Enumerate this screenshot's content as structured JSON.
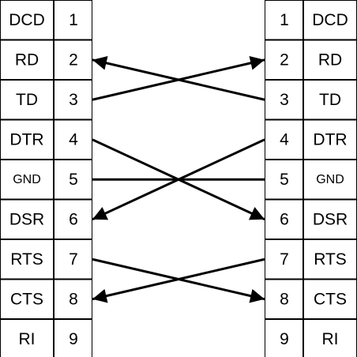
{
  "diagram": {
    "title": "",
    "colors": {
      "background": "#ffffff",
      "line": "#000000"
    },
    "left_connector": [
      {
        "name": "DCD",
        "pin": "1"
      },
      {
        "name": "RD",
        "pin": "2"
      },
      {
        "name": "TD",
        "pin": "3"
      },
      {
        "name": "DTR",
        "pin": "4"
      },
      {
        "name": "GND",
        "pin": "5"
      },
      {
        "name": "DSR",
        "pin": "6"
      },
      {
        "name": "RTS",
        "pin": "7"
      },
      {
        "name": "CTS",
        "pin": "8"
      },
      {
        "name": "RI",
        "pin": "9"
      }
    ],
    "right_connector": [
      {
        "pin": "1",
        "name": "DCD"
      },
      {
        "pin": "2",
        "name": "RD"
      },
      {
        "pin": "3",
        "name": "TD"
      },
      {
        "pin": "4",
        "name": "DTR"
      },
      {
        "pin": "5",
        "name": "GND"
      },
      {
        "pin": "6",
        "name": "DSR"
      },
      {
        "pin": "7",
        "name": "RTS"
      },
      {
        "pin": "8",
        "name": "CTS"
      },
      {
        "pin": "9",
        "name": "RI"
      }
    ],
    "connections": [
      {
        "from": "left.TD",
        "to": "right.RD",
        "arrow": "right"
      },
      {
        "from": "right.TD",
        "to": "left.RD",
        "arrow": "left"
      },
      {
        "from": "left.DTR",
        "to": "right.DSR",
        "arrow": "right"
      },
      {
        "from": "right.DTR",
        "to": "left.DSR",
        "arrow": "left"
      },
      {
        "from": "left.GND",
        "to": "right.GND",
        "arrow": "none"
      },
      {
        "from": "left.RTS",
        "to": "right.CTS",
        "arrow": "right"
      },
      {
        "from": "right.RTS",
        "to": "left.CTS",
        "arrow": "left"
      }
    ]
  }
}
